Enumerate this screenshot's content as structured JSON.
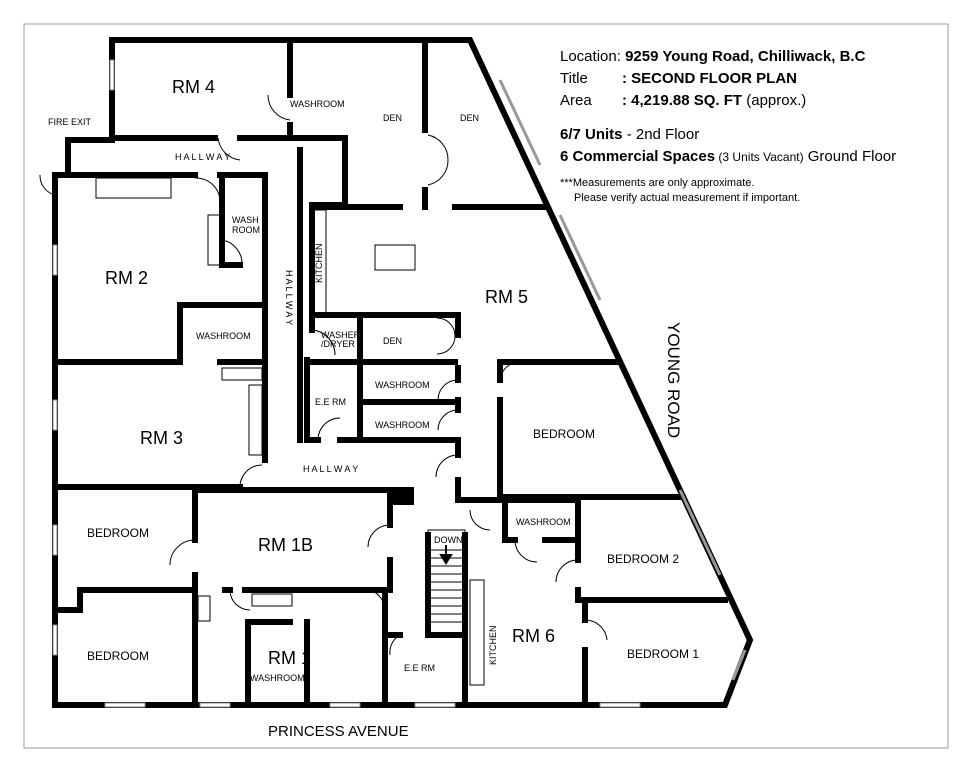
{
  "info": {
    "location_label": "Location:",
    "location_value": "9259 Young Road, Chilliwack, B.C",
    "title_label": "Title",
    "title_value": ": SECOND FLOOR PLAN",
    "area_label": "Area",
    "area_value": ": 4,219.88 SQ. FT",
    "area_suffix": "(approx.)",
    "units_bold": "6/7 Units",
    "units_rest": " - 2nd Floor",
    "commercial_bold": "6 Commercial Spaces",
    "commercial_small": " (3 Units Vacant)",
    "commercial_rest": " Ground Floor",
    "note_line1": "***Measurements are only approximate.",
    "note_line2": "Please verify actual measurement if important."
  },
  "rooms": {
    "rm4": "RM 4",
    "washroom_top": "WASHROOM",
    "den1": "DEN",
    "den2": "DEN",
    "fire_exit": "FIRE EXIT",
    "hallway_top": "H A L L W A Y",
    "wash_room_a": "WASH",
    "wash_room_b": "ROOM",
    "rm2": "RM 2",
    "hallway_vert": "H A L L W A Y",
    "kitchen_rm5": "KITCHEN",
    "rm5": "RM 5",
    "washroom_rm2": "WASHROOM",
    "washer_a": "WASHER",
    "washer_b": "/DRYER",
    "den3": "DEN",
    "ee_rm_top": "E.E RM",
    "washroom_mid1": "WASHROOM",
    "washroom_mid2": "WASHROOM",
    "rm3": "RM 3",
    "bedroom_rm5": "BEDROOM",
    "hallway_mid": "H A L L W A Y",
    "bedroom_left": "BEDROOM",
    "rm1b": "RM 1B",
    "down": "DOWN",
    "washroom_rm6": "WASHROOM",
    "bedroom2": "BEDROOM 2",
    "bedroom_bottom_left": "BEDROOM",
    "rm1": "RM 1",
    "washroom_rm1": "WASHROOM",
    "ee_rm_bottom": "E.E RM",
    "kitchen_rm6": "KITCHEN",
    "rm6": "RM 6",
    "bedroom1": "BEDROOM 1"
  },
  "streets": {
    "young_road": "YOUNG ROAD",
    "princess_avenue": "PRINCESS AVENUE"
  }
}
